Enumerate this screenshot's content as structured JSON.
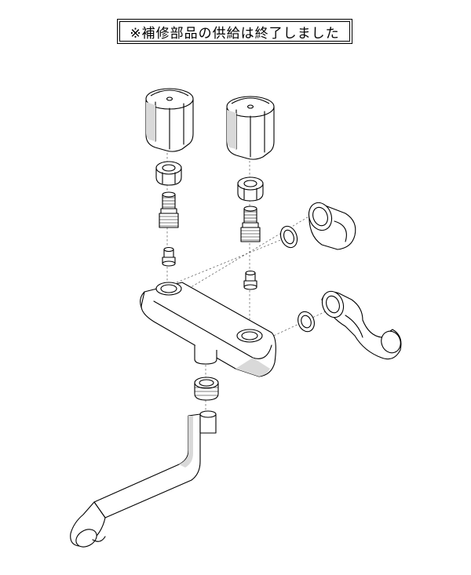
{
  "notice": {
    "text": "※補修部品の供給は終了しました"
  },
  "parts": [
    {
      "id": "handle-left"
    },
    {
      "id": "handle-right"
    },
    {
      "id": "cap-nut-left"
    },
    {
      "id": "cap-nut-right"
    },
    {
      "id": "valve-spindle-left"
    },
    {
      "id": "valve-spindle-right"
    },
    {
      "id": "valve-washer-left"
    },
    {
      "id": "valve-washer-right"
    },
    {
      "id": "faucet-body"
    },
    {
      "id": "spout-nut"
    },
    {
      "id": "spout"
    },
    {
      "id": "packing-upper"
    },
    {
      "id": "packing-lower"
    },
    {
      "id": "eccentric-fitting-upper"
    },
    {
      "id": "eccentric-fitting-lower"
    }
  ]
}
